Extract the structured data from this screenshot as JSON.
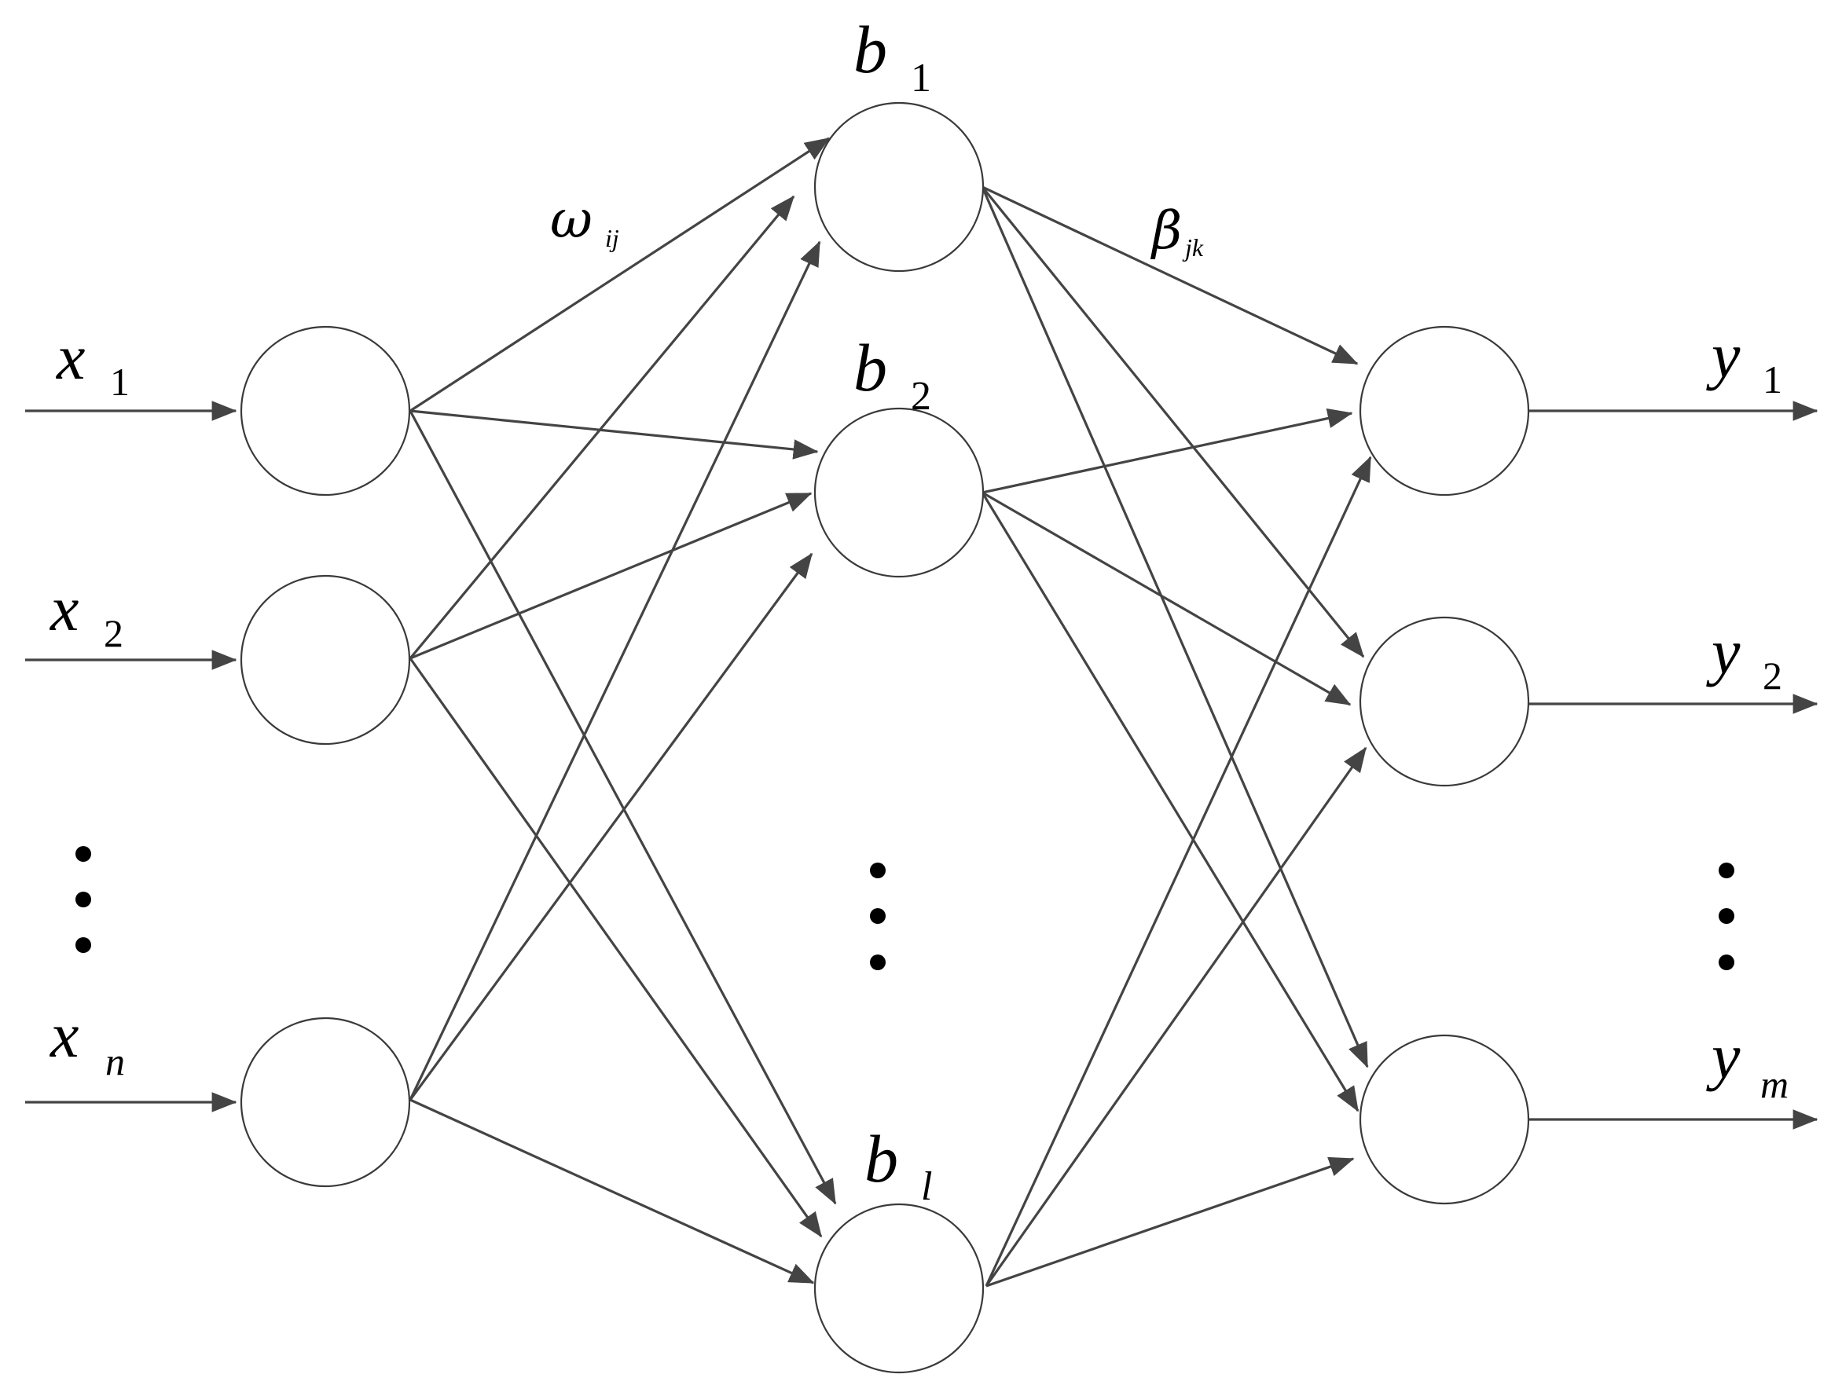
{
  "diagram": {
    "inputs": [
      {
        "id": "x1",
        "symbol": "x",
        "subscript": "1"
      },
      {
        "id": "x2",
        "symbol": "x",
        "subscript": "2"
      },
      {
        "id": "xn",
        "symbol": "x",
        "subscript": "n"
      }
    ],
    "hidden": [
      {
        "id": "b1",
        "symbol": "b",
        "subscript": "1"
      },
      {
        "id": "b2",
        "symbol": "b",
        "subscript": "2"
      },
      {
        "id": "bl",
        "symbol": "b",
        "subscript": "l"
      }
    ],
    "outputs": [
      {
        "id": "y1",
        "symbol": "y",
        "subscript": "1"
      },
      {
        "id": "y2",
        "symbol": "y",
        "subscript": "2"
      },
      {
        "id": "ym",
        "symbol": "y",
        "subscript": "m"
      }
    ],
    "weights": {
      "input_hidden": {
        "symbol": "ω",
        "subscript": "ij"
      },
      "hidden_output": {
        "symbol": "β",
        "subscript": "jk"
      }
    },
    "colors": {
      "line": "#444444",
      "node_stroke": "#3a3a3a",
      "background": "#ffffff"
    }
  }
}
